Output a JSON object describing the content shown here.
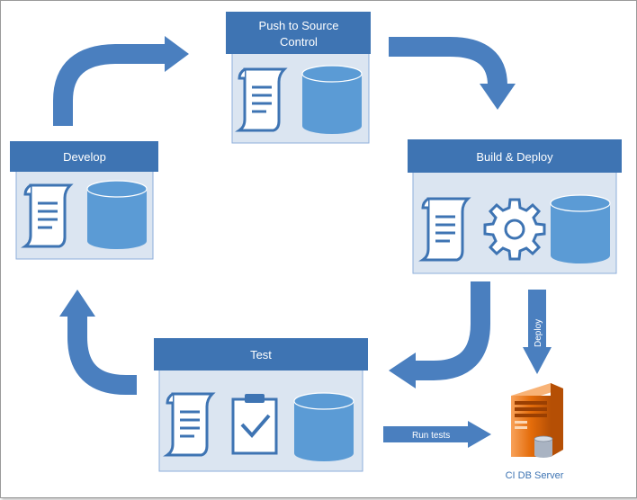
{
  "stages": {
    "push": {
      "label_line1": "Push to Source",
      "label_line2": "Control"
    },
    "build": {
      "label": "Build & Deploy"
    },
    "develop": {
      "label": "Develop"
    },
    "test": {
      "label": "Test"
    }
  },
  "arrows": {
    "deploy_label": "Deploy",
    "run_tests_label": "Run tests"
  },
  "server": {
    "label": "CI DB Server"
  },
  "colors": {
    "header_blue": "#3e74b3",
    "panel_fill": "#dbe5f1",
    "panel_border": "#8eaedb",
    "icon_blue": "#5b9bd5",
    "arrow_blue": "#4a7fbf",
    "server_orange": "#e46c0a"
  }
}
